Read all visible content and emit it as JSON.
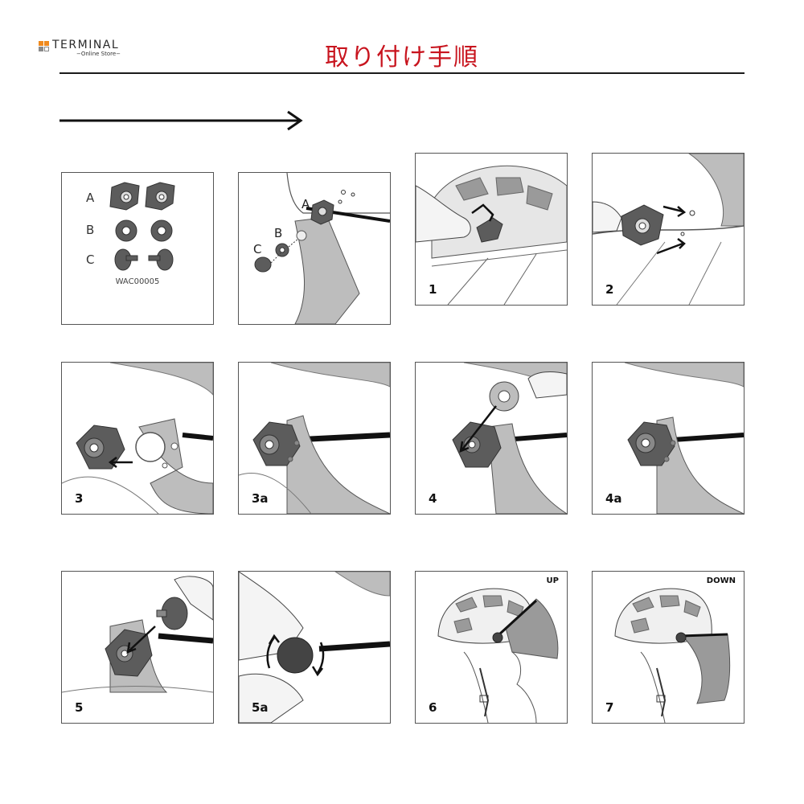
{
  "header": {
    "logo_text": "TERMINAL",
    "logo_sub": "−Online Store−",
    "title": "取り付け手順"
  },
  "colors": {
    "title_red": "#c8141e",
    "logo_orange": "#f08a1e",
    "logo_gray": "#8a8a8a",
    "part_dark": "#5c5c5c",
    "visor_gray": "#9a9a9a"
  },
  "parts": {
    "letters": [
      "A",
      "B",
      "C"
    ],
    "code": "WAC00005"
  },
  "diagram": {
    "letters": [
      "A",
      "B",
      "C"
    ]
  },
  "steps": [
    {
      "label": "1"
    },
    {
      "label": "2"
    },
    {
      "label": "3"
    },
    {
      "label": "3a"
    },
    {
      "label": "4"
    },
    {
      "label": "4a"
    },
    {
      "label": "5"
    },
    {
      "label": "5a"
    },
    {
      "label": "6",
      "position": "UP"
    },
    {
      "label": "7",
      "position": "DOWN"
    }
  ]
}
